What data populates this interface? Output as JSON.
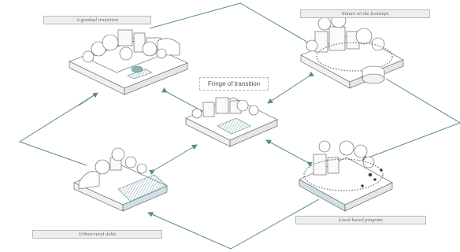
{
  "labels": {
    "top_left": "A gradual transition",
    "top_right": "Nature on the footsteps",
    "center": "Fringe of transition",
    "bottom_left": "Urban-rural delta",
    "bottom_right": "Local based program"
  },
  "colors": {
    "teal": "#5c8a8f",
    "teal_light": "#b8d3d4",
    "line": "#555555",
    "label_fill": "#eeeeee",
    "label_border": "#b9b9b9"
  }
}
